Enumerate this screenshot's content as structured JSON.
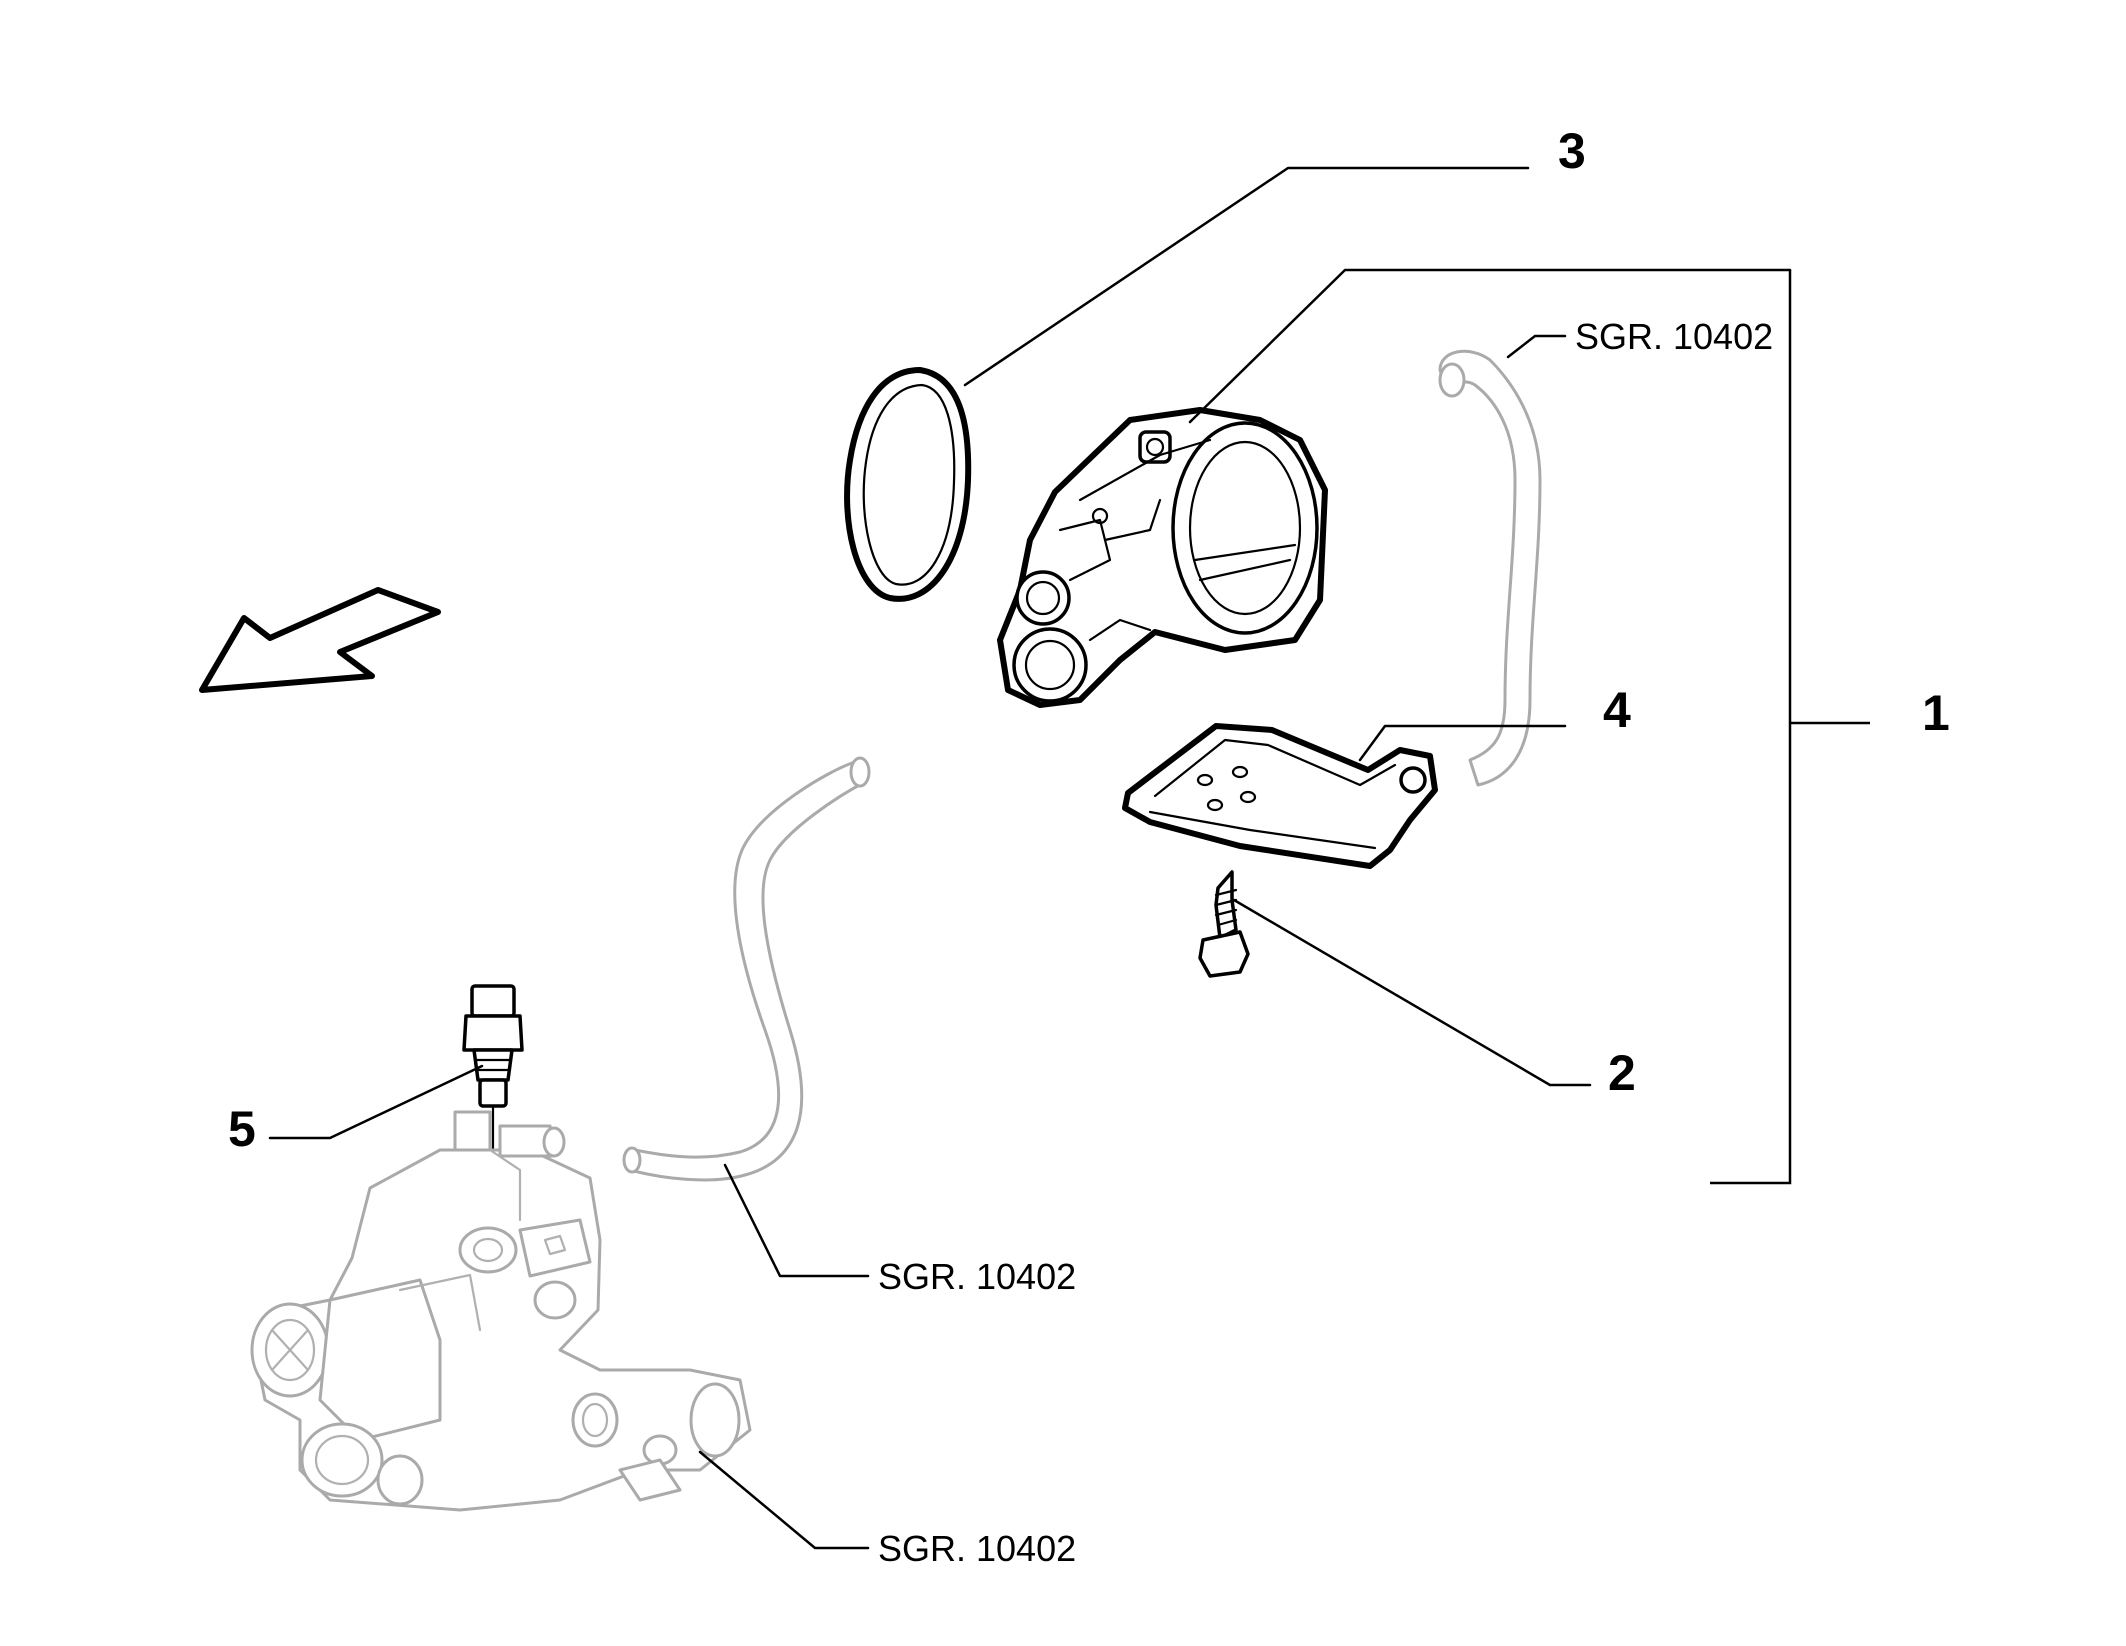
{
  "callouts": [
    {
      "number": "1"
    },
    {
      "number": "2"
    },
    {
      "number": "3"
    },
    {
      "number": "4"
    },
    {
      "number": "5"
    }
  ],
  "references": [
    {
      "label": "SGR. 10402"
    },
    {
      "label": "SGR. 10402"
    },
    {
      "label": "SGR. 10402"
    }
  ],
  "icons": {
    "direction_arrow": "direction-arrow-icon"
  },
  "colors": {
    "ink": "#000000",
    "ghost_part": "#aaaaaa",
    "background": "#ffffff"
  }
}
